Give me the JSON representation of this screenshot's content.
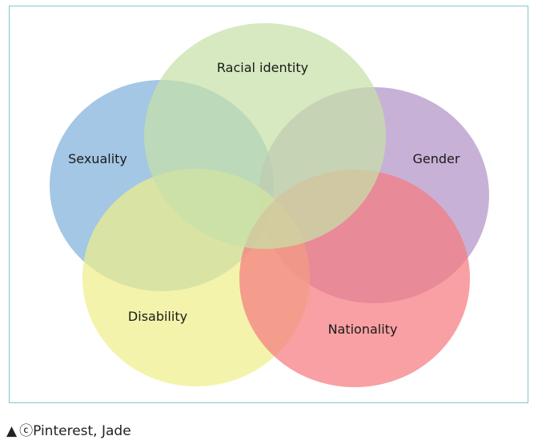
{
  "diagram": {
    "sets": [
      {
        "id": "sexuality",
        "label": "Sexuality",
        "color": "#7fb2db"
      },
      {
        "id": "gender",
        "label": "Gender",
        "color": "#b393c8"
      },
      {
        "id": "disability",
        "label": "Disability",
        "color": "#eeee8a"
      },
      {
        "id": "nationality",
        "label": "Nationality",
        "color": "#f57b80"
      },
      {
        "id": "racial_identity",
        "label": "Racial identity",
        "color": "#c6e0a8"
      }
    ]
  },
  "caption": {
    "marker": "▲",
    "text": "ⓒPinterest, Jade"
  }
}
